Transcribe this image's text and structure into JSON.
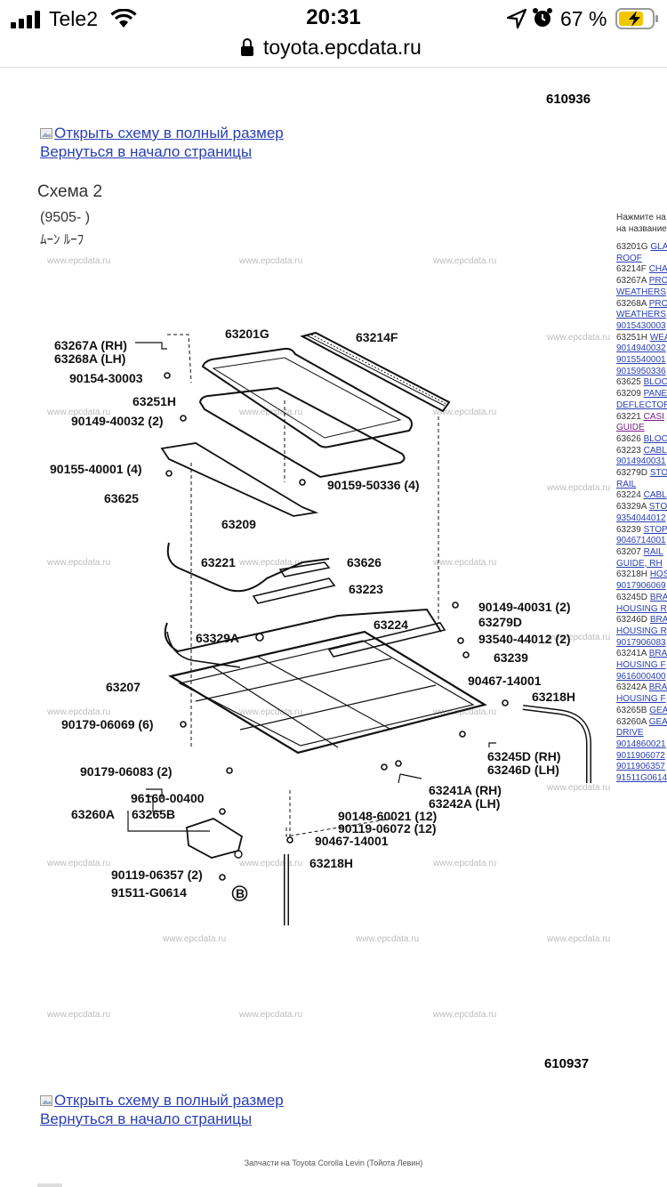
{
  "status_bar": {
    "carrier": "Tele2",
    "time": "20:31",
    "battery_percent": "67 %",
    "icons": [
      "signal-icon",
      "wifi-icon",
      "location-icon",
      "alarm-icon",
      "battery-icon"
    ]
  },
  "browser": {
    "url": "toyota.epcdata.ru",
    "icons": [
      "lock-icon"
    ]
  },
  "diagram_numbers": {
    "top": "610936",
    "bottom": "610937"
  },
  "links": {
    "open_full": "Открыть схему в полный размер",
    "back_top": "Вернуться в начало страницы"
  },
  "scheme": {
    "title": "Схема 2",
    "years": "(9505- )",
    "japanese": "ﾑｰﾝ ﾙｰﾌ"
  },
  "side_panel": {
    "hint_line1": "Нажмите на",
    "hint_line2": "на название",
    "items": [
      {
        "code": "63201G",
        "name": "GLA"
      },
      {
        "code": "",
        "name": "ROOF"
      },
      {
        "code": "63214F",
        "name": "CHA"
      },
      {
        "code": "63267A",
        "name": "PRO"
      },
      {
        "code": "",
        "name": "WEATHERS"
      },
      {
        "code": "63268A",
        "name": "PRO"
      },
      {
        "code": "",
        "name": "WEATHERS"
      },
      {
        "code": "",
        "name": "9015430003"
      },
      {
        "code": "63251H",
        "name": "WEA"
      },
      {
        "code": "",
        "name": "9014940032"
      },
      {
        "code": "",
        "name": "9015540001"
      },
      {
        "code": "",
        "name": "9015950336"
      },
      {
        "code": "63625",
        "name": "BLOC"
      },
      {
        "code": "63209",
        "name": "PANE"
      },
      {
        "code": "",
        "name": "DEFLECTOR"
      },
      {
        "code": "63221",
        "name": "CASI",
        "visited": true
      },
      {
        "code": "",
        "name": "GUIDE",
        "visited": true
      },
      {
        "code": "63626",
        "name": "BLOC"
      },
      {
        "code": "63223",
        "name": "CABL"
      },
      {
        "code": "",
        "name": "9014940031"
      },
      {
        "code": "63279D",
        "name": "STO"
      },
      {
        "code": "",
        "name": "RAIL"
      },
      {
        "code": "63224",
        "name": "CABL"
      },
      {
        "code": "63329A",
        "name": "STO"
      },
      {
        "code": "",
        "name": "9354044012"
      },
      {
        "code": "63239",
        "name": "STOP"
      },
      {
        "code": "",
        "name": "9046714001"
      },
      {
        "code": "63207",
        "name": "RAIL"
      },
      {
        "code": "",
        "name": "GUIDE, RH"
      },
      {
        "code": "63218H",
        "name": "HOS"
      },
      {
        "code": "",
        "name": "9017906069"
      },
      {
        "code": "63245D",
        "name": "BRA"
      },
      {
        "code": "",
        "name": "HOUSING R"
      },
      {
        "code": "63246D",
        "name": "BRA"
      },
      {
        "code": "",
        "name": "HOUSING R"
      },
      {
        "code": "",
        "name": "9017906083"
      },
      {
        "code": "63241A",
        "name": "BRA"
      },
      {
        "code": "",
        "name": "HOUSING F"
      },
      {
        "code": "",
        "name": "9616000400"
      },
      {
        "code": "63242A",
        "name": "BRA"
      },
      {
        "code": "",
        "name": "HOUSING F"
      },
      {
        "code": "63265B",
        "name": "GEA"
      },
      {
        "code": "63260A",
        "name": "GEA"
      },
      {
        "code": "",
        "name": "DRIVE"
      },
      {
        "code": "",
        "name": "9014860021"
      },
      {
        "code": "",
        "name": "9011906072"
      },
      {
        "code": "",
        "name": "9011906357"
      },
      {
        "code": "",
        "name": "91511G0614"
      }
    ]
  },
  "watermark_text": "www.epcdata.ru",
  "callouts": [
    {
      "id": "c1",
      "text": "63201G"
    },
    {
      "id": "c2",
      "text": "63214F"
    },
    {
      "id": "c3",
      "text": "63267A (RH)"
    },
    {
      "id": "c4",
      "text": "63268A (LH)"
    },
    {
      "id": "c5",
      "text": "90154-30003"
    },
    {
      "id": "c6",
      "text": "63251H"
    },
    {
      "id": "c7",
      "text": "90149-40032 (2)"
    },
    {
      "id": "c8",
      "text": "90155-40001 (4)"
    },
    {
      "id": "c9",
      "text": "63625"
    },
    {
      "id": "c10",
      "text": "63209"
    },
    {
      "id": "c11",
      "text": "90159-50336 (4)"
    },
    {
      "id": "c12",
      "text": "63221"
    },
    {
      "id": "c13",
      "text": "63626"
    },
    {
      "id": "c14",
      "text": "63223"
    },
    {
      "id": "c15",
      "text": "90149-40031 (2)"
    },
    {
      "id": "c16",
      "text": "63224"
    },
    {
      "id": "c17",
      "text": "63279D"
    },
    {
      "id": "c18",
      "text": "63329A"
    },
    {
      "id": "c19",
      "text": "93540-44012 (2)"
    },
    {
      "id": "c20",
      "text": "63239"
    },
    {
      "id": "c21",
      "text": "63207"
    },
    {
      "id": "c22",
      "text": "90467-14001"
    },
    {
      "id": "c23",
      "text": "63218H"
    },
    {
      "id": "c24",
      "text": "90179-06069 (6)"
    },
    {
      "id": "c25",
      "text": "63245D (RH)"
    },
    {
      "id": "c26",
      "text": "63246D (LH)"
    },
    {
      "id": "c27",
      "text": "90179-06083 (2)"
    },
    {
      "id": "c28",
      "text": "96160-00400"
    },
    {
      "id": "c29",
      "text": "63260A"
    },
    {
      "id": "c30",
      "text": "63265B"
    },
    {
      "id": "c31",
      "text": "63241A (RH)"
    },
    {
      "id": "c32",
      "text": "63242A (LH)"
    },
    {
      "id": "c33",
      "text": "90148-60021 (12)"
    },
    {
      "id": "c34",
      "text": "90119-06072 (12)"
    },
    {
      "id": "c35",
      "text": "90467-14001"
    },
    {
      "id": "c36",
      "text": "90119-06357 (2)"
    },
    {
      "id": "c37",
      "text": "63218H"
    },
    {
      "id": "c38",
      "text": "91511-G0614"
    },
    {
      "id": "c39",
      "text": "B"
    }
  ],
  "footer": {
    "note": "Запчасти на Toyota Corolla Levin (Тойота Левин)"
  }
}
